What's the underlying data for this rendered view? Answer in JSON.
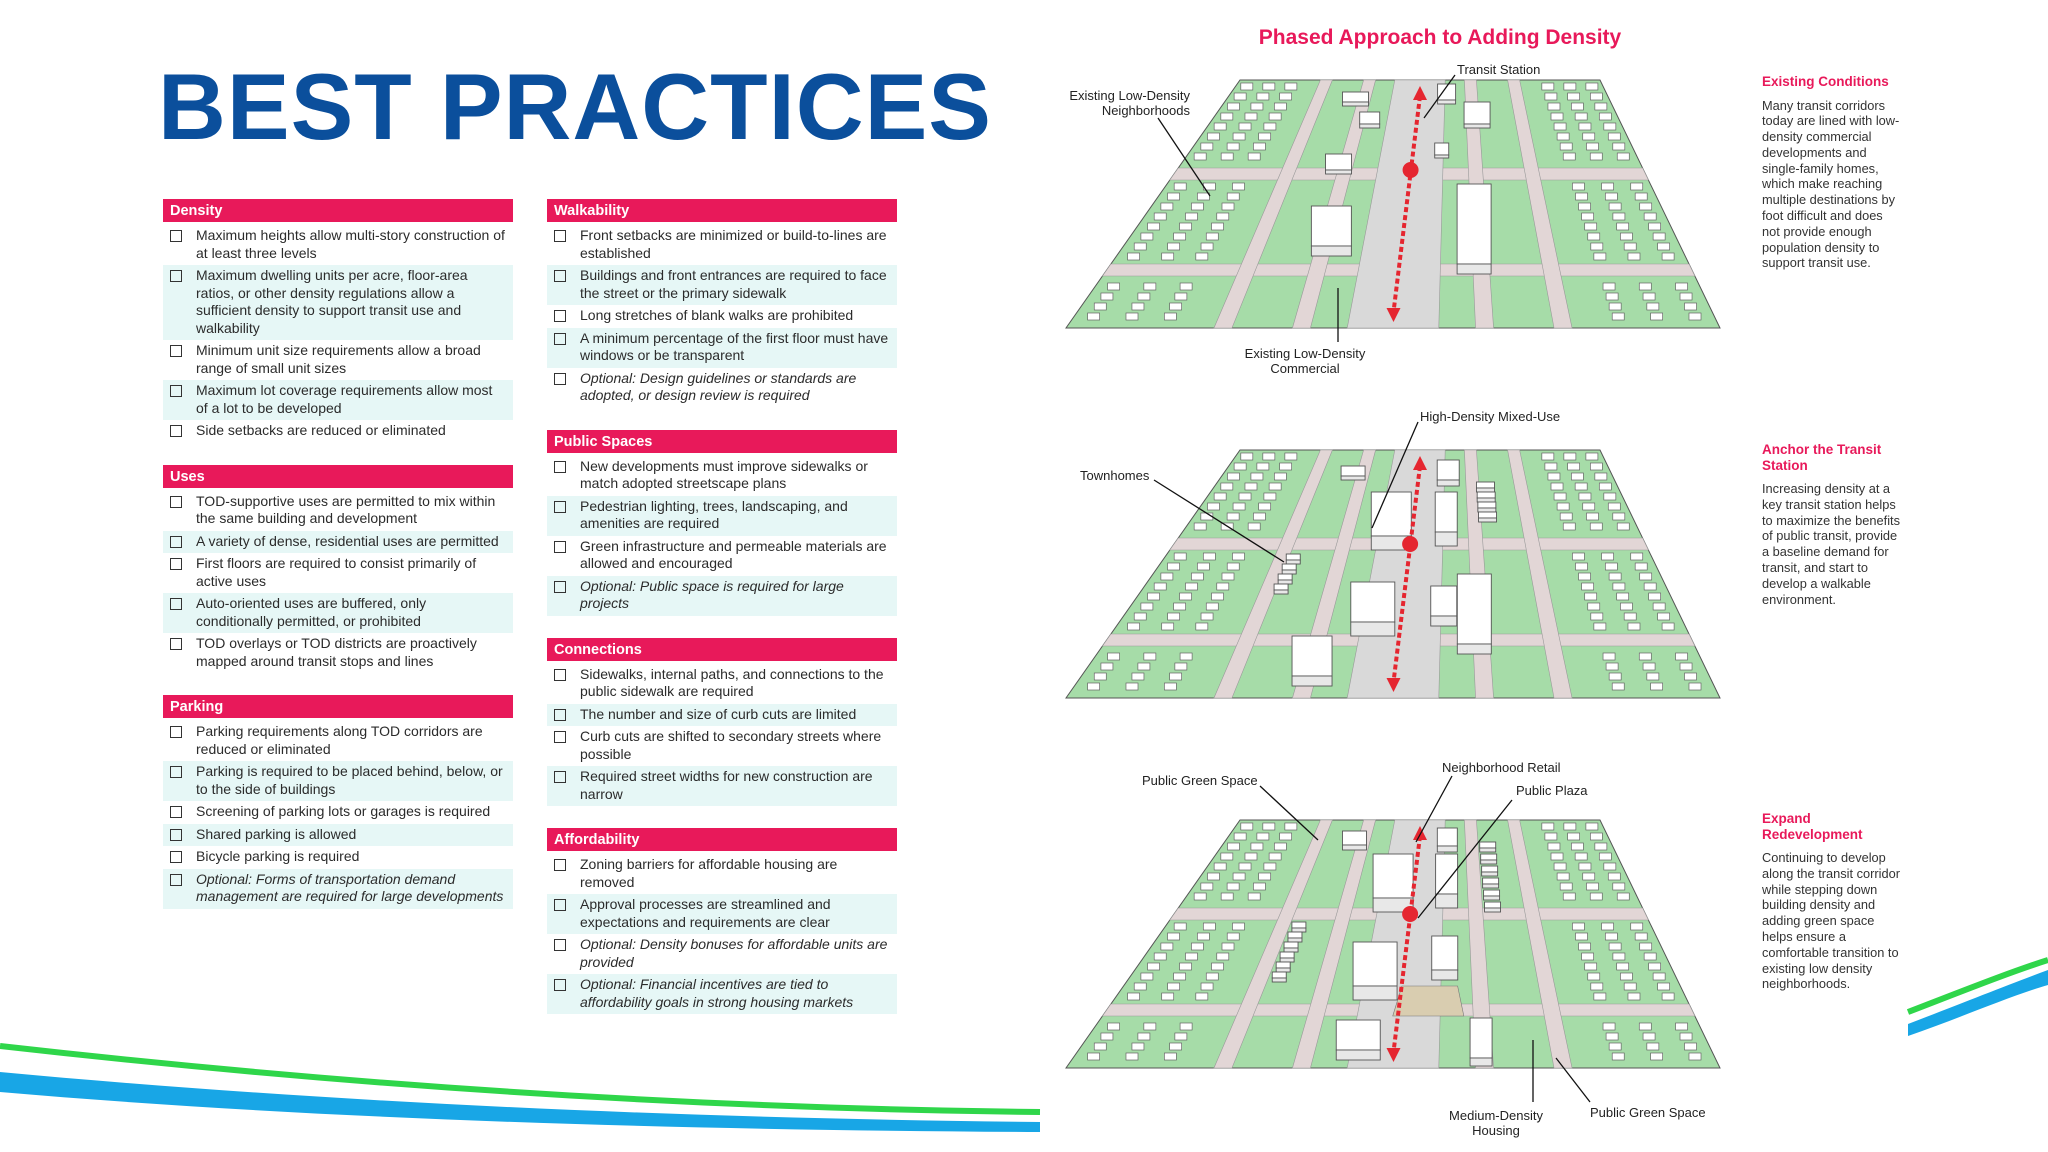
{
  "page_title": "BEST PRACTICES",
  "left_column": [
    {
      "heading": "Density",
      "items": [
        {
          "text": "Maximum heights allow multi-story construction of at least three levels",
          "italic": false
        },
        {
          "text": "Maximum dwelling units per acre, floor-area ratios, or other density regulations allow a sufficient density to support transit use and walkability",
          "italic": false
        },
        {
          "text": "Minimum unit size requirements allow a broad range of small unit sizes",
          "italic": false
        },
        {
          "text": "Maximum lot coverage requirements allow most of a lot to be developed",
          "italic": false
        },
        {
          "text": "Side setbacks are reduced or eliminated",
          "italic": false
        }
      ]
    },
    {
      "heading": "Uses",
      "items": [
        {
          "text": "TOD-supportive uses are permitted to mix within the same building and development",
          "italic": false
        },
        {
          "text": "A variety of dense, residential uses are permitted",
          "italic": false
        },
        {
          "text": "First floors are required to consist primarily of active uses",
          "italic": false
        },
        {
          "text": "Auto-oriented uses are buffered, only conditionally permitted, or prohibited",
          "italic": false
        },
        {
          "text": "TOD overlays or TOD districts are proactively mapped around transit stops and lines",
          "italic": false
        }
      ]
    },
    {
      "heading": "Parking",
      "items": [
        {
          "text": "Parking requirements along TOD corridors are reduced or eliminated",
          "italic": false
        },
        {
          "text": "Parking is required to be placed behind, below, or to the side of buildings",
          "italic": false
        },
        {
          "text": "Screening of parking lots or garages is required",
          "italic": false
        },
        {
          "text": "Shared parking is allowed",
          "italic": false
        },
        {
          "text": "Bicycle parking is required",
          "italic": false
        },
        {
          "text": "Optional: Forms of transportation demand management are required for large developments",
          "italic": true
        }
      ]
    }
  ],
  "middle_column": [
    {
      "heading": "Walkability",
      "items": [
        {
          "text": "Front setbacks are minimized or build-to-lines are established",
          "italic": false
        },
        {
          "text": "Buildings and front entrances are required to face the street or the primary sidewalk",
          "italic": false
        },
        {
          "text": "Long stretches of blank walks are prohibited",
          "italic": false
        },
        {
          "text": "A minimum percentage of the first floor must have windows or be transparent",
          "italic": false
        },
        {
          "text": "Optional: Design guidelines or standards are adopted, or design review is required",
          "italic": true
        }
      ]
    },
    {
      "heading": "Public Spaces",
      "items": [
        {
          "text": "New developments must improve sidewalks or match adopted streetscape plans",
          "italic": false
        },
        {
          "text": "Pedestrian lighting, trees, landscaping, and amenities are required",
          "italic": false
        },
        {
          "text": "Green infrastructure and permeable materials are allowed and encouraged",
          "italic": false
        },
        {
          "text": "Optional: Public space is required for large projects",
          "italic": true
        }
      ]
    },
    {
      "heading": "Connections",
      "items": [
        {
          "text": "Sidewalks, internal paths, and connections to the public sidewalk are required",
          "italic": false
        },
        {
          "text": "The number and size of curb cuts are limited",
          "italic": false
        },
        {
          "text": "Curb cuts are shifted to secondary streets where possible",
          "italic": false
        },
        {
          "text": "Required street widths for new construction are narrow",
          "italic": false
        }
      ]
    },
    {
      "heading": "Affordability",
      "items": [
        {
          "text": "Zoning barriers for affordable housing are removed",
          "italic": false
        },
        {
          "text": "Approval processes are streamlined and expectations and requirements are clear",
          "italic": false
        },
        {
          "text": "Optional: Density bonuses for affordable units are provided",
          "italic": true
        },
        {
          "text": "Optional: Financial incentives are tied to affordability goals in strong housing markets",
          "italic": true
        }
      ]
    }
  ],
  "diagram": {
    "title": "Phased Approach to Adding Density",
    "phases": [
      {
        "heading": "Existing Conditions",
        "text": "Many transit corridors today are lined with low-density commercial developments and single-family homes, which make reaching multiple destinations by foot difficult and does not provide enough population density to support transit use.",
        "labels": [
          "Transit Station",
          "Existing Low-Density Neighborhoods",
          "Existing Low-Density Commercial"
        ]
      },
      {
        "heading": "Anchor the Transit Station",
        "text": "Increasing density at a key transit station helps to maximize the benefits of public transit, provide a baseline demand for transit, and start to develop a walkable environment.",
        "labels": [
          "High-Density Mixed-Use",
          "Townhomes"
        ]
      },
      {
        "heading": "Expand Redevelopment",
        "text": "Continuing to develop along the transit corridor while stepping down building density and adding green space helps ensure a comfortable transition to existing low density neighborhoods.",
        "labels": [
          "Public Green Space",
          "Neighborhood Retail",
          "Public Plaza",
          "Medium-Density Housing",
          "Public Green Space"
        ]
      }
    ]
  },
  "colors": {
    "title_blue": "#0b4f9c",
    "accent_pink": "#e8195a",
    "row_tint": "#e6f7f6",
    "green": "#2fd64a",
    "blue": "#18a6e6",
    "lawn": "#a6dca8"
  }
}
